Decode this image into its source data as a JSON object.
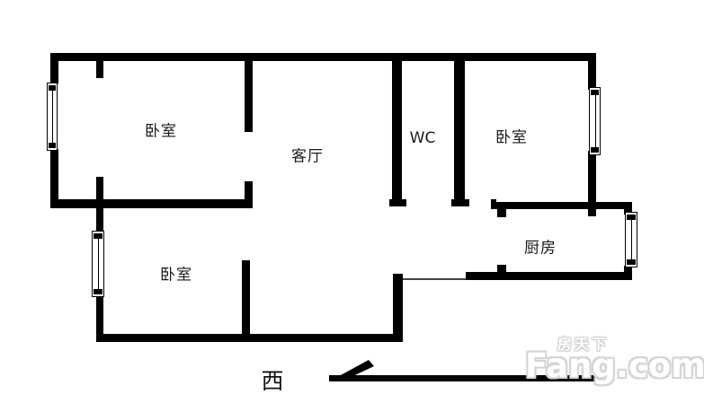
{
  "floorplan": {
    "type": "apartment-floor-plan",
    "colors": {
      "wall": "#000000",
      "background": "#ffffff",
      "label": "#1a1a1a",
      "watermark": "#ffffff"
    },
    "rooms": [
      {
        "id": "bedroom-top-left",
        "label": "卧室"
      },
      {
        "id": "living-room",
        "label": "客厅"
      },
      {
        "id": "wc",
        "label": "WC"
      },
      {
        "id": "bedroom-top-right",
        "label": "卧室"
      },
      {
        "id": "kitchen",
        "label": "厨房"
      },
      {
        "id": "bedroom-bottom-left",
        "label": "卧室"
      }
    ],
    "compass": {
      "direction_label": "西"
    }
  },
  "watermark": {
    "cn": "房天下",
    "en": "Fang.com"
  }
}
